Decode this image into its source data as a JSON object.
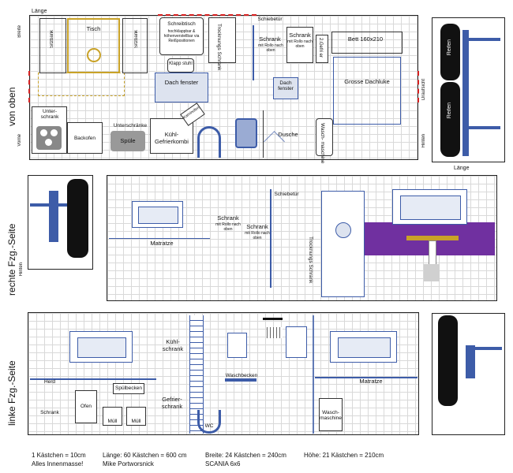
{
  "top_view": {
    "side_label": "von oben",
    "laenge": "Länge",
    "breite": "Breite",
    "vorne": "Vorne",
    "hinten": "Hinten",
    "draufsicht": "Draufsicht",
    "tisch": "Tisch",
    "sitzbank_1": "Sitzbank",
    "sitzbank_2": "Sitzbank",
    "schreibtisch": "Schreibtisch",
    "schreibtisch_note": "hochklappbar & höhenverstellbar via Reißpositionen",
    "trockenungs_schrank": "Trocknungs Schrank",
    "schiebetuer": "Schiebetür",
    "schrank_1": "Schrank",
    "schrank_1_note": "mit Rollo nach oben",
    "schrank_2": "Schrank",
    "schrank_2_note": "mit Rollo nach oben",
    "gefrier": "2.Gefri er",
    "bett": "Bett 160x210",
    "klapp": "Klapp stuhl",
    "dachfenster_1": "Dach fenster",
    "dachfenster_2": "Dach fenster",
    "grosse_dachluke": "Grosse Dachluke",
    "unterschrank": "Unter- schrank",
    "backofen": "Backofen",
    "unterschraenke": "Unterschränke",
    "spuele": "Spüle",
    "kuehl": "Kühl- Gefrierkombi",
    "kaminofen": "Kaminofen",
    "dusche": "Dusche",
    "waschmaschine": "Wasch- maschine",
    "reifen_1": "Reifen",
    "reifen_2": "Reifen"
  },
  "right_view": {
    "side_label": "rechte Fzg.-Seite",
    "laenge": "Länge",
    "hinten": "Hinten",
    "matratze": "Matratze",
    "schrank_1": "Schrank",
    "schrank_1_note": "mit Rollo nach oben",
    "schrank_2": "Schrank",
    "schrank_2_note": "mit Rollo nach oben",
    "schiebetuer": "Schiebetür",
    "trocknungs": "Trocknungs Schrank"
  },
  "left_view": {
    "side_label": "linke Fzg.-Seite",
    "herd": "Herd",
    "ofen": "Ofen",
    "spuelbecken": "Spülbecken",
    "schrank": "Schrank",
    "muell_1": "Müll",
    "muell_2": "Müll",
    "kuehlschrank": "Kühl- schrank",
    "gefrierschrank": "Gefrier- schrank",
    "waschbecken": "Waschbecken",
    "wc": "WC",
    "matratze": "Matratze",
    "waschmaschine": "Wasch- maschine"
  },
  "footer": {
    "scale": "1 Kästchen = 10cm",
    "innenmasse": "Alles Innenmasse!",
    "laenge": "Länge: 60 Kästchen = 600 cm",
    "author": "Mike Portworsnick",
    "breite": "Breite: 24 Kästchen = 240cm",
    "vehicle": "SCANIA 6x6",
    "hoehe": "Höhe: 21 Kästchen = 210cm"
  },
  "colors": {
    "blue": "#3d5ca8",
    "gold": "#c9a227",
    "purple": "#7030a0",
    "red": "#d62020"
  }
}
